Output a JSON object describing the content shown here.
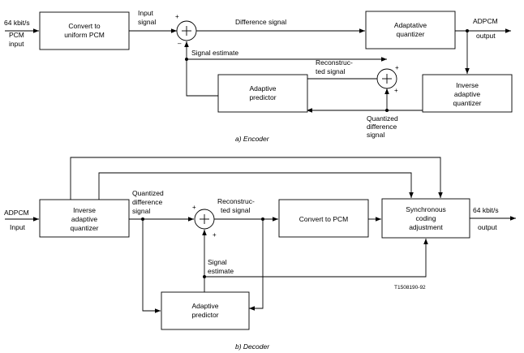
{
  "encoder": {
    "caption": "a)  Encoder",
    "in_rate": "64 kbit/s",
    "in_pcm": "PCM",
    "in_input": "input",
    "convert_l1": "Convert to",
    "convert_l2": "uniform PCM",
    "input_signal_l1": "Input",
    "input_signal_l2": "signal",
    "difference_signal": "Difference signal",
    "quantizer_l1": "Adaptative",
    "quantizer_l2": "quantizer",
    "out_adpcm": "ADPCM",
    "out_output": "output",
    "signal_estimate": "Signal estimate",
    "recon_l1": "Reconstruc-",
    "recon_l2": "ted signal",
    "predictor_l1": "Adaptive",
    "predictor_l2": "predictor",
    "inv_l1": "Inverse",
    "inv_l2": "adaptive",
    "inv_l3": "quantizer",
    "qdiff_l1": "Quantized",
    "qdiff_l2": "difference",
    "qdiff_l3": "signal",
    "plus": "+",
    "minus": "–"
  },
  "decoder": {
    "caption": "b)  Decoder",
    "in_adpcm": "ADPCM",
    "in_input": "Input",
    "inv_l1": "Inverse",
    "inv_l2": "adaptive",
    "inv_l3": "quantizer",
    "qdiff_l1": "Quantized",
    "qdiff_l2": "difference",
    "qdiff_l3": "signal",
    "recon_l1": "Reconstruc-",
    "recon_l2": "ted signal",
    "convert": "Convert to PCM",
    "sync_l1": "Synchronous",
    "sync_l2": "coding",
    "sync_l3": "adjustment",
    "out_rate": "64 kbit/s",
    "out_output": "output",
    "signal_estimate_l1": "Signal",
    "signal_estimate_l2": "estimate",
    "predictor_l1": "Adaptive",
    "predictor_l2": "predictor",
    "figure_id": "T1508190-92",
    "plus": "+"
  }
}
